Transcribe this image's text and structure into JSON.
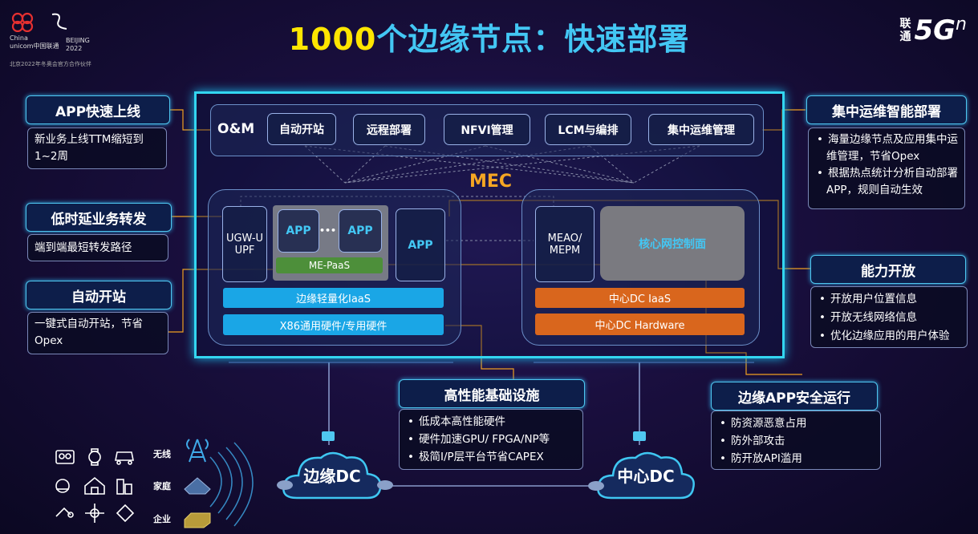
{
  "title": {
    "number": "1000",
    "rest": "个边缘节点：快速部署"
  },
  "logo_left": {
    "brand_en_1": "China",
    "brand_en_2": "unicom中国联通",
    "olympic": "BEIJING 2022",
    "slogan": "北京2022年冬奥会官方合作伙伴"
  },
  "logo_right": {
    "brand_cn_1": "联",
    "brand_cn_2": "通",
    "brand_5g": "5G",
    "brand_sup": "n"
  },
  "om": {
    "label": "O&M",
    "items": [
      "自动开站",
      "远程部署",
      "NFVI管理",
      "LCM与编排",
      "集中运维管理"
    ]
  },
  "mec": {
    "label": "MEC",
    "edge": {
      "ugw": "UGW-U\nUPF",
      "app1": "APP",
      "dots": "•••",
      "app2": "APP",
      "paas": "ME-PaaS",
      "app3": "APP",
      "iaas": "边缘轻量化IaaS",
      "hw": "X86通用硬件/专用硬件"
    },
    "center": {
      "meao": "MEAO/\nMEPM",
      "control": "核心网控制面",
      "iaas": "中心DC IaaS",
      "hw": "中心DC Hardware"
    }
  },
  "left_cards": [
    {
      "head": "APP快速上线",
      "body": "新业务上线TTM缩短到1~2周"
    },
    {
      "head": "低时延业务转发",
      "body": "端到端最短转发路径"
    },
    {
      "head": "自动开站",
      "body": "一键式自动开站，节省Opex"
    }
  ],
  "right_cards": [
    {
      "head": "集中运维智能部署",
      "items": [
        "海量边缘节点及应用集中运维管理，节省Opex",
        "根据热点统计分析自动部署APP，规则自动生效"
      ]
    },
    {
      "head": "能力开放",
      "items": [
        "开放用户位置信息",
        "开放无线网络信息",
        "优化边缘应用的用户体验"
      ]
    }
  ],
  "bottom_cards": [
    {
      "head": "高性能基础设施",
      "items": [
        "低成本高性能硬件",
        "硬件加速GPU/ FPGA/NP等",
        "极简I/P层平台节省CAPEX"
      ]
    },
    {
      "head": "边缘APP安全运行",
      "items": [
        "防资源恶意占用",
        "防外部攻击",
        "防开放API滥用"
      ]
    }
  ],
  "clouds": {
    "edge": "边缘DC",
    "center": "中心DC"
  },
  "access": {
    "wireless": "无线",
    "home": "家庭",
    "enterprise": "企业"
  },
  "colors": {
    "accent_cyan": "#33d6f0",
    "accent_yellow": "#ffe600",
    "orange": "#d9661d",
    "blue": "#1aa6e6",
    "green_paas": "#4d8f3a"
  }
}
